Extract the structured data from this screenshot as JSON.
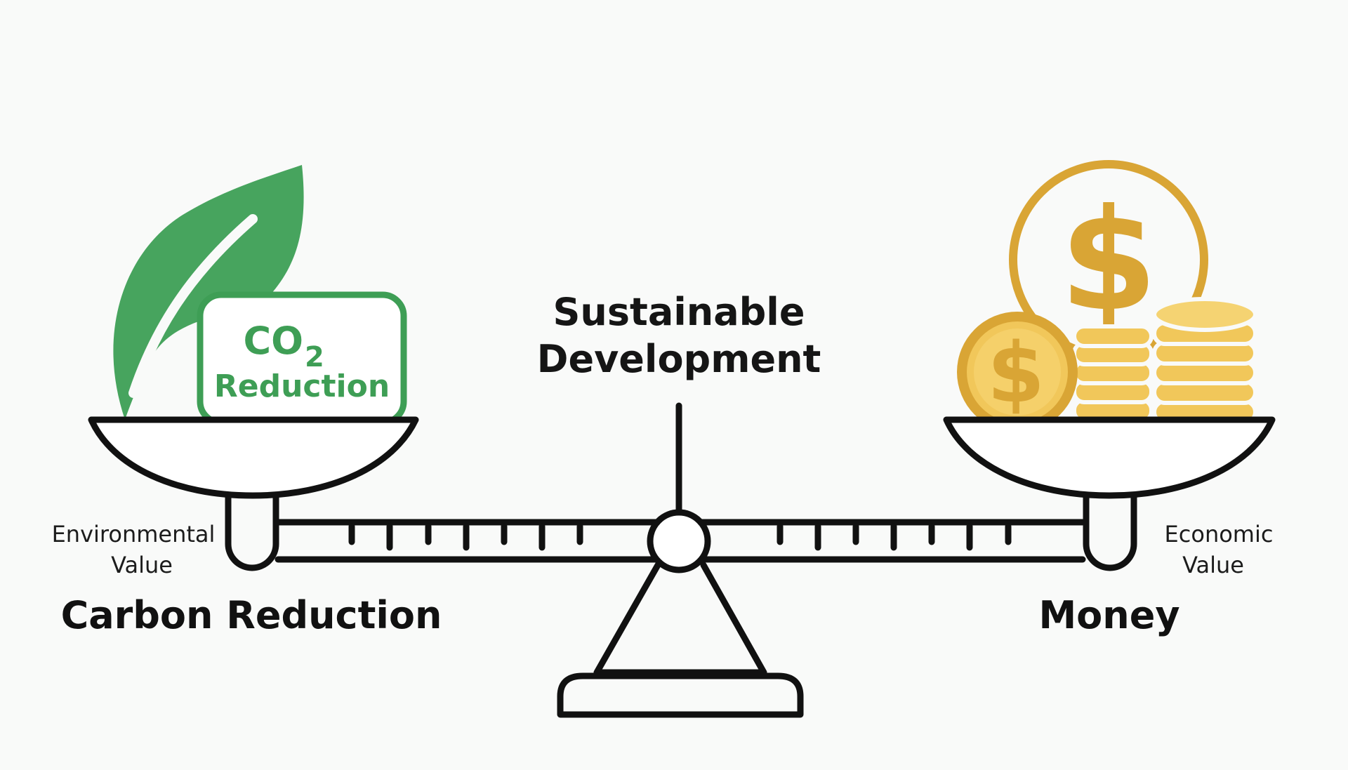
{
  "title": {
    "line1": "Sustainable",
    "line2": "Development"
  },
  "left": {
    "badge": {
      "co2_main": "CO",
      "co2_sub": "2",
      "label": "Reduction"
    },
    "sublabel_line1": "Environmental",
    "sublabel_line2": "Value",
    "label": "Carbon Reduction"
  },
  "right": {
    "coin_symbol": "$",
    "sublabel_line1": "Economic",
    "sublabel_line2": "Value",
    "label": "Money"
  },
  "colors": {
    "green": "#3e9e55",
    "leaf": "#47a45e",
    "gold": "#d9a535",
    "gold_light": "#f1c75a",
    "line": "#111111"
  },
  "icons": [
    "leaf-icon",
    "co2-badge-icon",
    "coin-icon",
    "coin-stack-icon",
    "balance-scale-icon"
  ]
}
